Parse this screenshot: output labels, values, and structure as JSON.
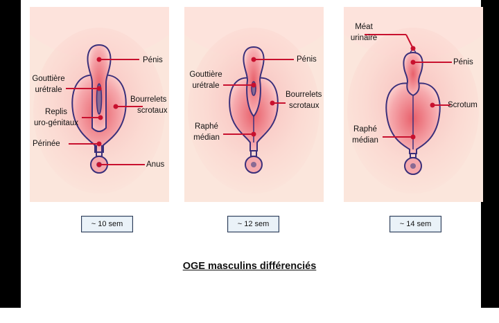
{
  "panels": [
    {
      "stage": "~ 10 sem",
      "labels": {
        "penis": "Pénis",
        "gouttiere_l1": "Gouttière",
        "gouttiere_l2": "urétrale",
        "bourrelets_l1": "Bourrelets",
        "bourrelets_l2": "scrotaux",
        "replis_l1": "Replis",
        "replis_l2": "uro-génitaux",
        "perinee": "Périnée",
        "anus": "Anus"
      }
    },
    {
      "stage": "~ 12 sem",
      "labels": {
        "penis": "Pénis",
        "gouttiere_l1": "Gouttière",
        "gouttiere_l2": "urétrale",
        "bourrelets_l1": "Bourrelets",
        "bourrelets_l2": "scrotaux",
        "raphe_l1": "Raphé",
        "raphe_l2": "médian"
      }
    },
    {
      "stage": "~ 14 sem",
      "labels": {
        "meat_l1": "Méat",
        "meat_l2": "urinaire",
        "penis": "Pénis",
        "scrotum": "Scrotum",
        "raphe_l1": "Raphé",
        "raphe_l2": "médian"
      }
    }
  ],
  "caption": "OGE masculins différenciés",
  "colors": {
    "outline": "#3a2f7a",
    "pointer": "#c8102e",
    "skin": "#fbe6dc"
  }
}
